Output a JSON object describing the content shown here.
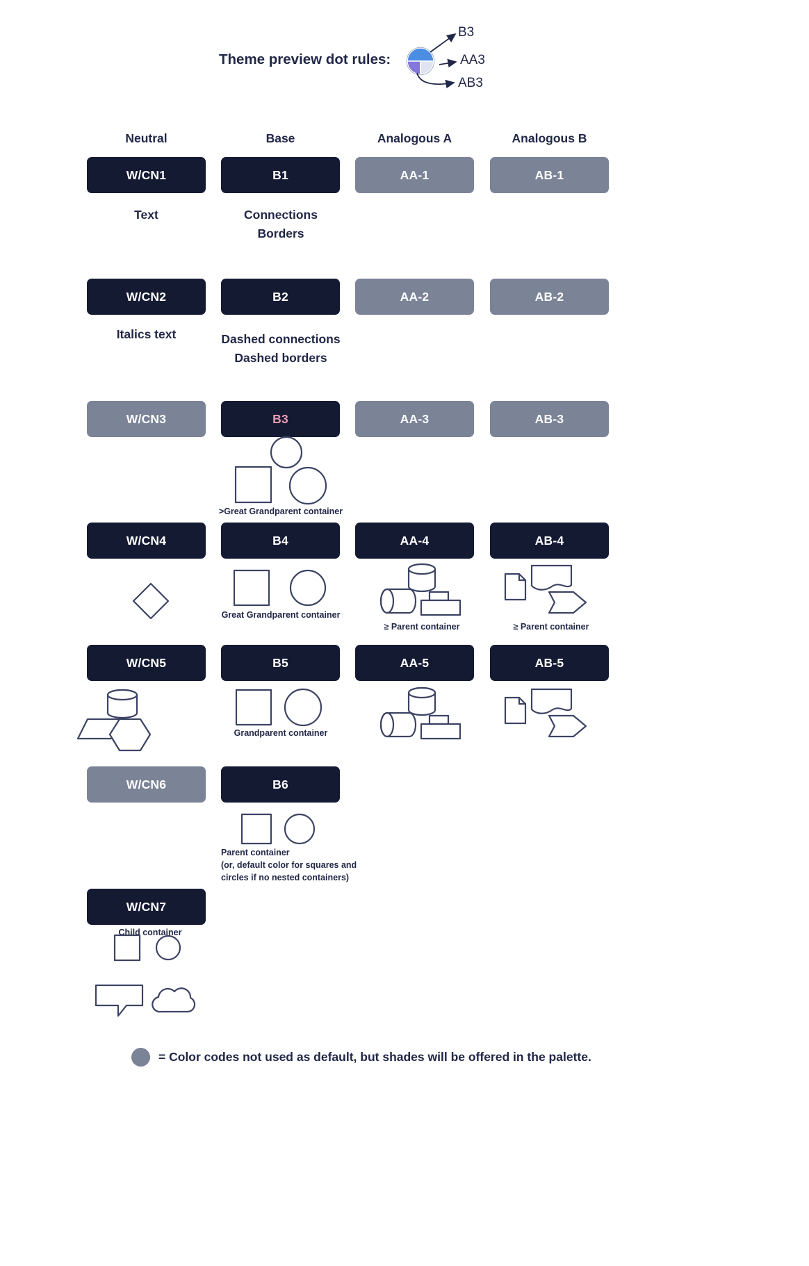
{
  "title": "Theme preview dot rules:",
  "dot_rules": {
    "labels": [
      "B3",
      "AA3",
      "AB3"
    ],
    "dot_icon": "pie-dot"
  },
  "columns": [
    "Neutral",
    "Base",
    "Analogous A",
    "Analogous B"
  ],
  "rows": [
    {
      "cells": [
        {
          "label": "W/CN1",
          "variant": "dark",
          "caption": "Text"
        },
        {
          "label": "B1",
          "variant": "dark",
          "caption_lines": [
            "Connections",
            "Borders"
          ]
        },
        {
          "label": "AA-1",
          "variant": "gray"
        },
        {
          "label": "AB-1",
          "variant": "gray"
        }
      ]
    },
    {
      "cells": [
        {
          "label": "W/CN2",
          "variant": "dark",
          "caption": "Italics text"
        },
        {
          "label": "B2",
          "variant": "dark",
          "caption_lines": [
            "Dashed connections",
            "Dashed borders"
          ]
        },
        {
          "label": "AA-2",
          "variant": "gray"
        },
        {
          "label": "AB-2",
          "variant": "gray"
        }
      ]
    },
    {
      "cells": [
        {
          "label": "W/CN3",
          "variant": "gray"
        },
        {
          "label": "B3",
          "variant": "dark",
          "label_color": "pink",
          "caption": ">Great Grandparent container",
          "shapes": [
            "circle",
            "square",
            "circle"
          ]
        },
        {
          "label": "AA-3",
          "variant": "gray"
        },
        {
          "label": "AB-3",
          "variant": "gray"
        }
      ]
    },
    {
      "cells": [
        {
          "label": "W/CN4",
          "variant": "dark",
          "shapes": [
            "diamond"
          ]
        },
        {
          "label": "B4",
          "variant": "dark",
          "caption": "Great Grandparent container",
          "shapes": [
            "square",
            "circle"
          ]
        },
        {
          "label": "AA-4",
          "variant": "dark",
          "caption": "≥ Parent container",
          "shapes": [
            "cylinder",
            "horizontal-cylinder",
            "tagged-rectangle"
          ]
        },
        {
          "label": "AB-4",
          "variant": "dark",
          "caption": "≥ Parent container",
          "shapes": [
            "document",
            "wavy-flag",
            "chevron-arrow"
          ]
        }
      ]
    },
    {
      "cells": [
        {
          "label": "W/CN5",
          "variant": "dark",
          "shapes": [
            "cylinder",
            "parallelogram",
            "hexagon"
          ]
        },
        {
          "label": "B5",
          "variant": "dark",
          "caption": "Grandparent container",
          "shapes": [
            "square",
            "circle"
          ]
        },
        {
          "label": "AA-5",
          "variant": "dark",
          "shapes": [
            "cylinder",
            "horizontal-cylinder",
            "tagged-rectangle"
          ]
        },
        {
          "label": "AB-5",
          "variant": "dark",
          "shapes": [
            "document",
            "wavy-flag",
            "chevron-arrow"
          ]
        }
      ]
    },
    {
      "cells": [
        {
          "label": "W/CN6",
          "variant": "gray"
        },
        {
          "label": "B6",
          "variant": "dark",
          "caption_lines": [
            "Parent container",
            "(or, default color for squares and",
            "circles if no nested containers)"
          ],
          "shapes": [
            "square",
            "circle"
          ]
        }
      ]
    },
    {
      "cells": [
        {
          "label": "W/CN7",
          "variant": "dark",
          "caption": "Child container",
          "shapes": [
            "square",
            "circle",
            "speech-bubble",
            "cloud"
          ]
        }
      ]
    }
  ],
  "legend": "= Color codes not used as default, but shades will be offered in the palette.",
  "colors": {
    "dark_pill": "#151a33",
    "gray_pill": "#7b8397",
    "pink_label": "#ee9bb1",
    "ink": "#212747",
    "shape_stroke": "#3c4363",
    "dot_blue": "#4b8de2",
    "dot_purple": "#8376dd",
    "dot_pale": "#dfe4f0"
  }
}
